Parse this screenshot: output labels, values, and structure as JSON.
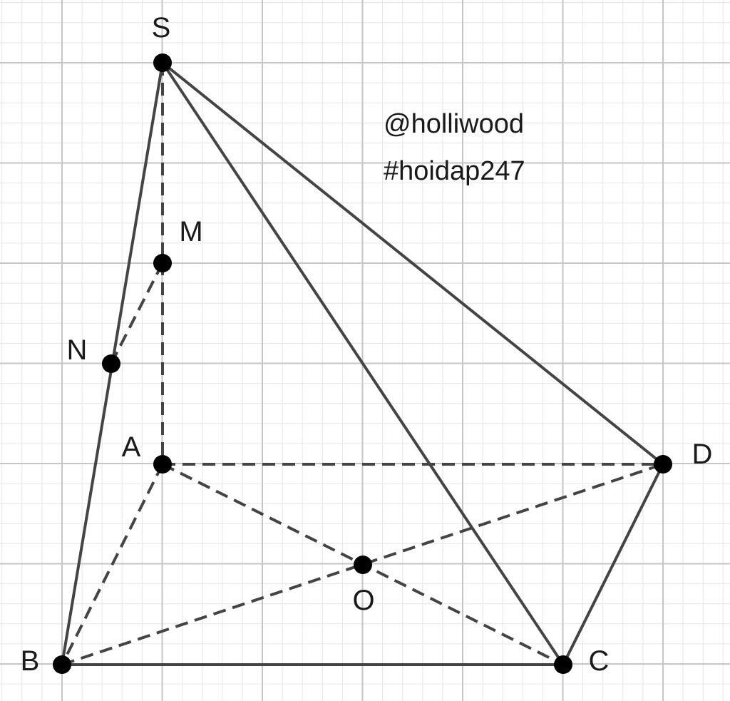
{
  "watermark": {
    "line1": "@holliwood",
    "line2": "#hoidap247"
  },
  "colors": {
    "minor_grid": "#e6e6e6",
    "major_grid": "#c6c6c6",
    "edge": "#444444",
    "point": "#000000"
  },
  "points": [
    {
      "id": "S",
      "label": "S"
    },
    {
      "id": "M",
      "label": "M"
    },
    {
      "id": "N",
      "label": "N"
    },
    {
      "id": "A",
      "label": "A"
    },
    {
      "id": "D",
      "label": "D"
    },
    {
      "id": "O",
      "label": "O"
    },
    {
      "id": "B",
      "label": "B"
    },
    {
      "id": "C",
      "label": "C"
    }
  ],
  "segments": [
    {
      "from": "S",
      "to": "B",
      "style": "solid"
    },
    {
      "from": "S",
      "to": "C",
      "style": "solid"
    },
    {
      "from": "S",
      "to": "D",
      "style": "solid"
    },
    {
      "from": "B",
      "to": "C",
      "style": "solid"
    },
    {
      "from": "C",
      "to": "D",
      "style": "solid"
    },
    {
      "from": "S",
      "to": "A",
      "style": "dashed"
    },
    {
      "from": "A",
      "to": "B",
      "style": "dashed"
    },
    {
      "from": "A",
      "to": "D",
      "style": "dashed"
    },
    {
      "from": "A",
      "to": "C",
      "style": "dashed"
    },
    {
      "from": "B",
      "to": "D",
      "style": "dashed"
    },
    {
      "from": "M",
      "to": "N",
      "style": "dashed"
    }
  ]
}
